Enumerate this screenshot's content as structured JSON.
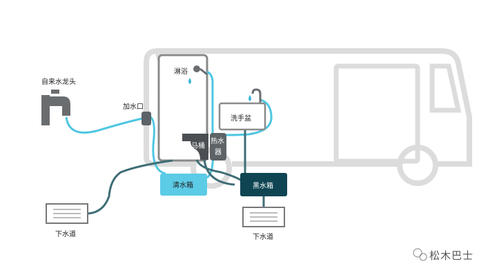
{
  "labels": {
    "faucet": "自来水龙头",
    "water_inlet": "加水口",
    "shower": "淋浴",
    "sink": "洗手盆",
    "toilet": "马桶",
    "heater_line1": "热水",
    "heater_line2": "器",
    "clean_tank": "清水箱",
    "black_tank": "黑水箱",
    "drain_left": "下水道",
    "drain_right": "下水道"
  },
  "watermark": "松木巴士",
  "colors": {
    "bus_outline": "#dcdcdc",
    "clean_pipe": "#4ec6e2",
    "waste_pipe": "#3e6d76",
    "clean_tank": "#5ccbe6",
    "black_tank": "#0f4553",
    "fixture": "#6a6d70"
  }
}
